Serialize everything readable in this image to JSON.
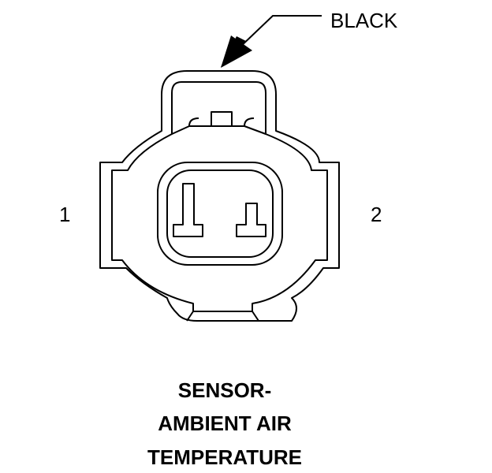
{
  "connector": {
    "color_label": "BLACK",
    "pin_labels": [
      "1",
      "2"
    ]
  },
  "title_lines": [
    "SENSOR-",
    "AMBIENT AIR",
    "TEMPERATURE"
  ],
  "colors": {
    "stroke": "#000000",
    "background": "#ffffff"
  }
}
